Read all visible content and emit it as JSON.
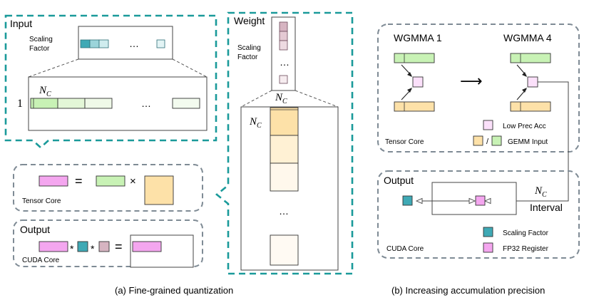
{
  "colors": {
    "teal_dash": "#1a9a9a",
    "gray_dash": "#7f8b95",
    "pink": "#f4a6ef",
    "pink_light": "#fbe0fa",
    "green": "#c8f2b5",
    "green_light": "#e9f8e0",
    "yellow": "#fde1a8",
    "yellow_light": "#fff1d4",
    "yellow_pale": "#fff8ec",
    "teal": "#3fa9b5",
    "teal_light": "#9bd4da",
    "teal_pale": "#cfecee",
    "mauve": "#d6b4c1",
    "mauve_light": "#e8d2da"
  },
  "input_panel": {
    "title": "Input",
    "scaling_label_line1": "Scaling",
    "scaling_label_line2": "Factor",
    "ellipsis": "…",
    "row_index": "1",
    "nc_main": "N",
    "nc_sub": "C",
    "row_ellipsis": "…"
  },
  "tensor_core_panel": {
    "label": "Tensor Core",
    "equals": "=",
    "times": "×"
  },
  "output_panel": {
    "title": "Output",
    "label": "CUDA Core",
    "star1": "*",
    "star2": "*",
    "equals": "="
  },
  "weight_panel": {
    "title": "Weight",
    "scaling_label_line1": "Scaling",
    "scaling_label_line2": "Factor",
    "ellipsis": "…",
    "nc_top_main": "N",
    "nc_top_sub": "C",
    "nc_side_main": "N",
    "nc_side_sub": "C",
    "col_ellipsis": "…"
  },
  "right_top": {
    "wgmma1": "WGMMA 1",
    "wgmma4": "WGMMA 4",
    "arrow": "⟶",
    "label": "Tensor Core",
    "legend_low_prec": "Low Prec Acc",
    "legend_slash": "/",
    "legend_gemm_input": "GEMM Input"
  },
  "right_bottom": {
    "title": "Output",
    "label": "CUDA Core",
    "nc_main": "N",
    "nc_sub": "C",
    "interval": "Interval",
    "legend_scaling": "Scaling Factor",
    "legend_fp32": "FP32 Register"
  },
  "captions": {
    "left": "(a) Fine-grained quantization",
    "right": "(b) Increasing accumulation precision"
  }
}
